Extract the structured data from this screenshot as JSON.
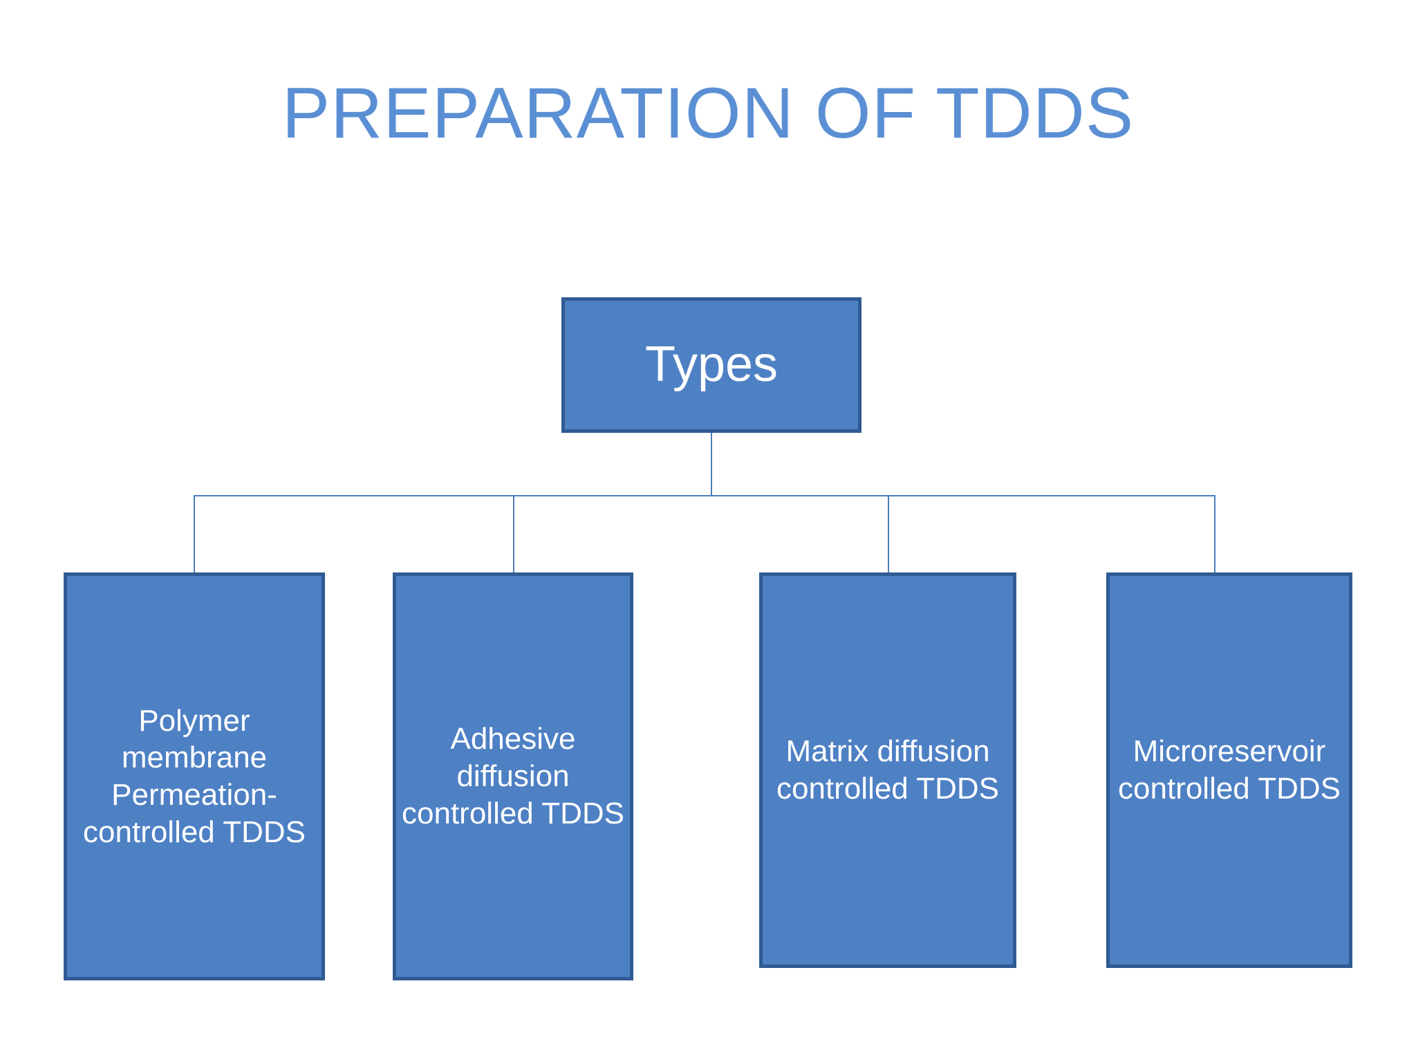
{
  "slide": {
    "title": "PREPARATION OF TDDS",
    "background_color": "#FFFFFF",
    "title_color": "#5B8FD4"
  },
  "diagram": {
    "type": "organization-chart",
    "node_fill_color": "#4E80C4",
    "node_border_color": "#2E5B92",
    "node_text_color": "#FFFFFF",
    "connector_color": "#4A7EBB",
    "root": {
      "label": "Types"
    },
    "children": [
      {
        "label": "Polymer membrane Permeation-controlled TDDS"
      },
      {
        "label": "Adhesive diffusion controlled TDDS"
      },
      {
        "label": "Matrix diffusion controlled TDDS"
      },
      {
        "label": "Microreservoir controlled TDDS"
      }
    ]
  }
}
